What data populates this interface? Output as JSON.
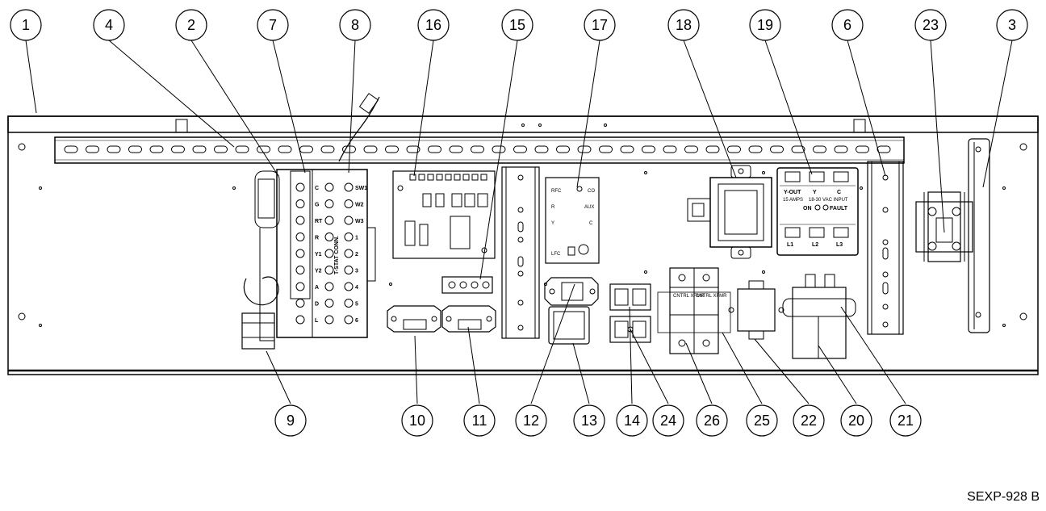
{
  "drawing_number": "SEXP-928 B",
  "callouts_top": [
    "1",
    "4",
    "2",
    "7",
    "8",
    "16",
    "15",
    "17",
    "18",
    "19",
    "6",
    "23",
    "3"
  ],
  "callouts_bottom": [
    "9",
    "10",
    "11",
    "12",
    "13",
    "14",
    "24",
    "26",
    "25",
    "22",
    "20",
    "21"
  ],
  "terminal_strip": {
    "left_labels": [
      "C",
      "G",
      "RT",
      "R",
      "Y1",
      "Y2",
      "A",
      "D",
      "L"
    ],
    "right_labels": [
      "SW1",
      "W2",
      "W3",
      "1",
      "2",
      "3",
      "4",
      "5",
      "6"
    ],
    "vertical_label": "T-STAT CONN."
  },
  "control_board": {
    "labels": [
      "RFC",
      "R",
      "Y",
      "LFC",
      "CO",
      "AUX",
      "C"
    ]
  },
  "monitor_module": {
    "top_labels": [
      "Y-OUT",
      "Y",
      "C"
    ],
    "rating_left": "15 AMPS",
    "rating_right": "18-30 VAC INPUT",
    "status_on": "ON",
    "status_fault": "FAULT",
    "terminals": [
      "L1",
      "L2",
      "L3"
    ]
  },
  "fuse_blocks": {
    "left": "CNTRL XFMR",
    "right": "CNTRL XFMR"
  }
}
